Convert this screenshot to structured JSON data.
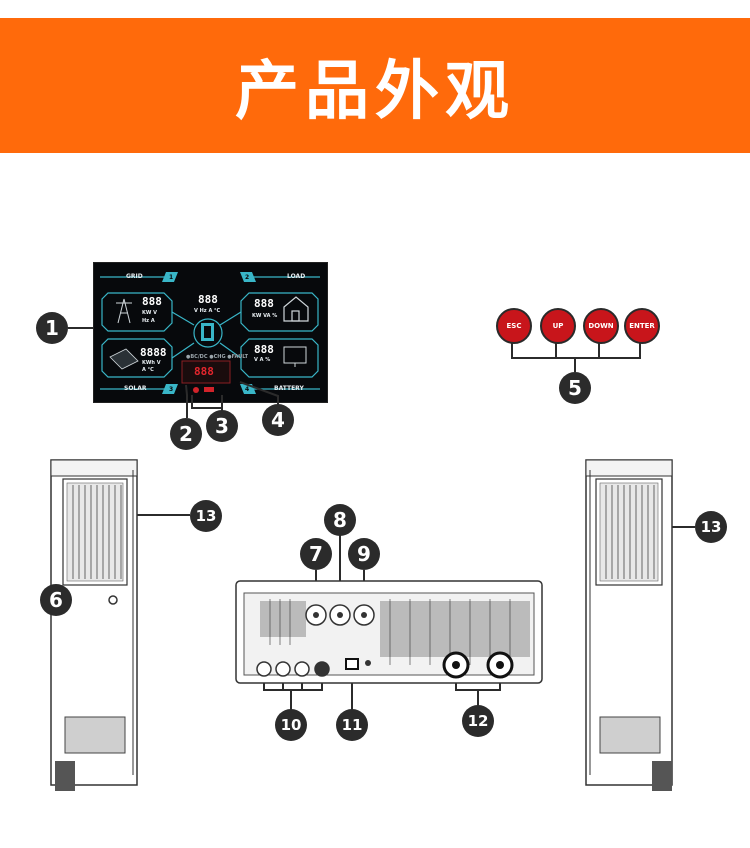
{
  "banner": {
    "title": "产品外观",
    "color": "#ff6a0b"
  },
  "display": {
    "labels": {
      "grid": "GRID",
      "load": "LOAD",
      "solar": "SOLAR",
      "battery": "BATTERY"
    },
    "corner_numbers": [
      "1",
      "2",
      "3",
      "4"
    ],
    "digits": {
      "grid": "888",
      "center": "888",
      "load": "888",
      "solar": "8888",
      "battery": "888",
      "red": "888"
    },
    "units": {
      "grid_1": "KW  V",
      "grid_2": "Hz  A",
      "center": "V  Hz  A  °C",
      "load": "KW  VA  %",
      "solar_1": "KWh  V",
      "solar_2": "A  °C",
      "battery": "V  A  %"
    },
    "status_text": "●BC/DC  ●CHG  ●FAULT"
  },
  "buttons": [
    {
      "label": "ESC"
    },
    {
      "label": "UP"
    },
    {
      "label": "DOWN"
    },
    {
      "label": "ENTER"
    }
  ],
  "callouts": [
    "1",
    "2",
    "3",
    "4",
    "5",
    "6",
    "7",
    "8",
    "9",
    "10",
    "11",
    "12",
    "13",
    "13"
  ],
  "colors": {
    "callout": "#2b2b2b",
    "button": "#c8151b",
    "lcd_accent": "#39b6c8"
  }
}
